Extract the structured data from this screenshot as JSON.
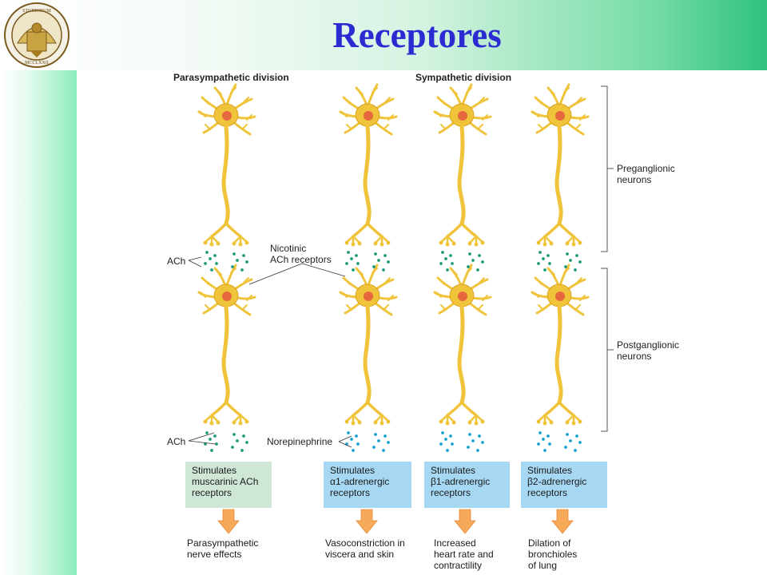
{
  "slide": {
    "title": "Receptores"
  },
  "seal": {
    "logo_text": "UNIVERSITAS STUDIORUM MURCIA · ANNO MCCLXXII"
  },
  "divisions": {
    "parasympathetic": "Parasympathetic division",
    "sympathetic": "Sympathetic division"
  },
  "labels": {
    "ach_top": "ACh",
    "ach_bottom": "ACh",
    "nicotinic": "Nicotinic\nACh receptors",
    "norepinephrine": "Norepinephrine",
    "preganglionic": "Preganglionic\nneurons",
    "postganglionic": "Postganglionic\nneurons"
  },
  "colors": {
    "neuron": "#f0c43a",
    "neuron_outline": "#d49a12",
    "nucleus": "#e5683f",
    "ach_dots": "#1f9a7c",
    "ne_dots": "#1aa3d0",
    "arrow": "#f7a95a",
    "box_green": "#cfe7d6",
    "box_blue": "#a6d8f3"
  },
  "columns": [
    {
      "box": "Stimulates\nmuscarinic ACh\nreceptors",
      "effect": "Parasympathetic\nnerve effects",
      "box_color": "green"
    },
    {
      "box": "Stimulates\nα1-adrenergic\nreceptors",
      "effect": "Vasoconstriction in\nviscera and skin",
      "box_color": "blue"
    },
    {
      "box": "Stimulates\nβ1-adrenergic\nreceptors",
      "effect": "Increased\nheart rate and\ncontractility",
      "box_color": "blue"
    },
    {
      "box": "Stimulates\nβ2-adrenergic\nreceptors",
      "effect": "Dilation of\nbronchioles\nof lung",
      "box_color": "blue"
    }
  ]
}
